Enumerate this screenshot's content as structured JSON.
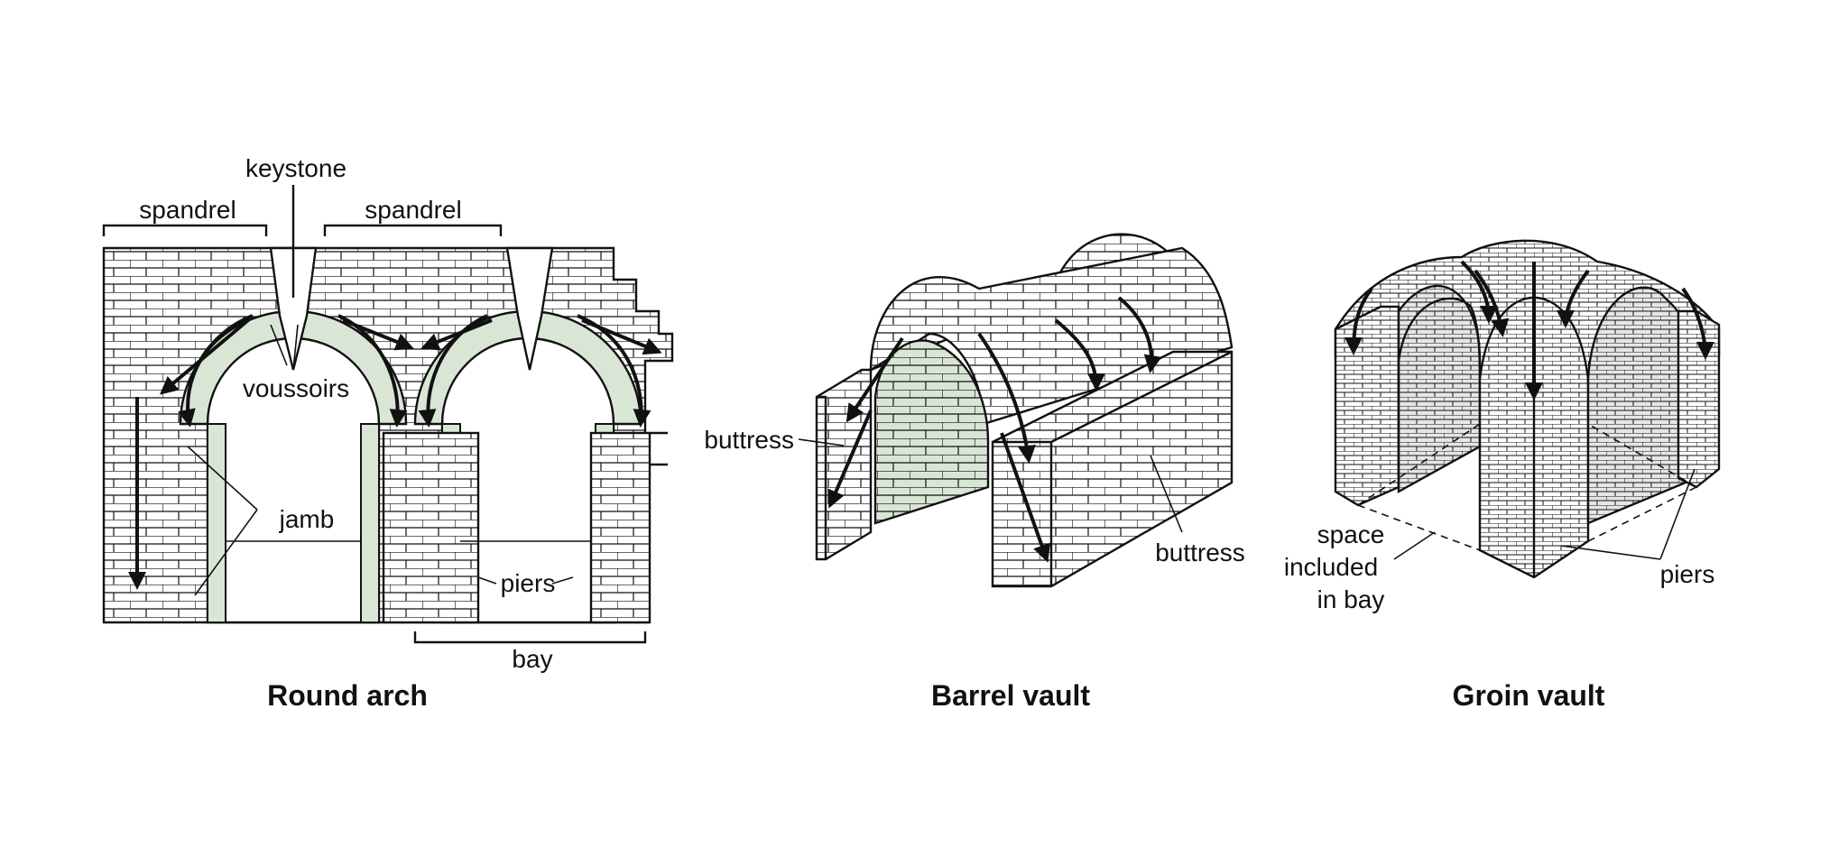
{
  "round_arch": {
    "caption": "Round arch",
    "labels": {
      "keystone": "keystone",
      "spandrel_left": "spandrel",
      "spandrel_right": "spandrel",
      "voussoirs": "voussoirs",
      "jamb": "jamb",
      "piers": "piers",
      "bay": "bay"
    }
  },
  "barrel_vault": {
    "caption": "Barrel vault",
    "labels": {
      "buttress_left": "buttress",
      "buttress_right": "buttress"
    }
  },
  "groin_vault": {
    "caption": "Groin vault",
    "labels": {
      "space_line1": "space",
      "space_line2": "included",
      "space_line3": "in bay",
      "piers": "piers"
    }
  },
  "colors": {
    "line": "#111111",
    "voussoir_fill": "#d9e6d6",
    "background": "#ffffff"
  }
}
